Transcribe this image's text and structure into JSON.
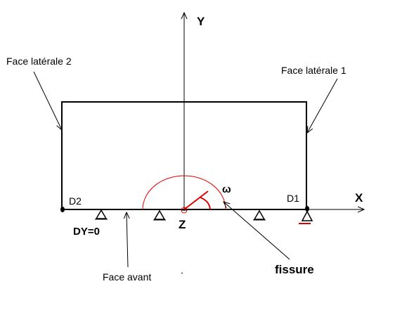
{
  "labels": {
    "y_axis": "Y",
    "x_axis": "X",
    "z_axis": "Z",
    "face_laterale_1": "Face latérale 1",
    "face_laterale_2": "Face latérale 2",
    "face_avant": "Face avant",
    "d1": "D1",
    "d2": "D2",
    "dy": "DY=0",
    "omega": "ω",
    "fissure": "fissure"
  },
  "colors": {
    "line": "#000000",
    "arc": "#e00000",
    "background": "#ffffff"
  },
  "icons": {
    "support": "triangle-support-icon",
    "point": "node-dot-icon"
  }
}
